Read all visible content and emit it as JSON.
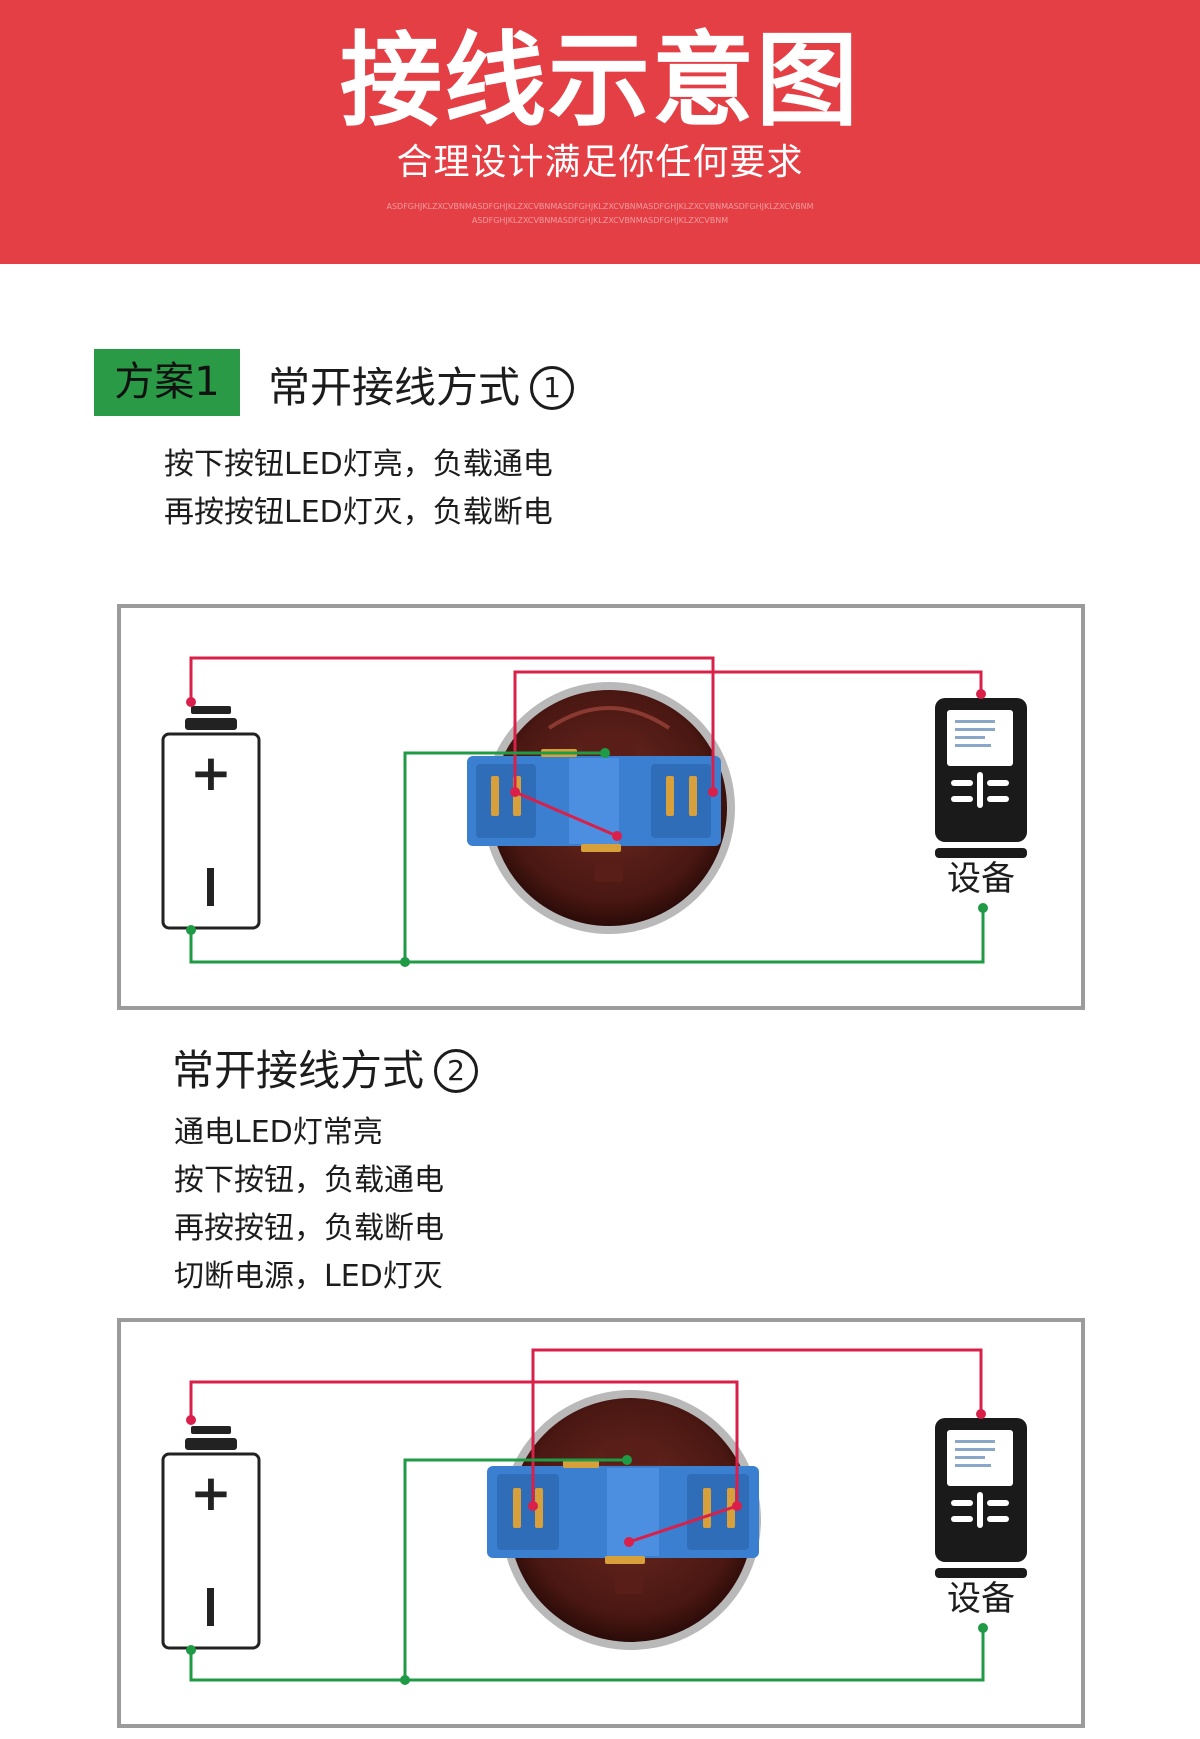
{
  "banner": {
    "title": "接线示意图",
    "subtitle": "合理设计满足你任何要求",
    "fine_print_1": "ASDFGHJKLZXCVBNMASDFGHJKLZXCVBNMASDFGHJKLZXCVBNMASDFGHJKLZXCVBNMASDFGHJKLZXCVBNM",
    "fine_print_2": "ASDFGHJKLZXCVBNMASDFGHJKLZXCVBNMASDFGHJKLZXCVBNM",
    "background_color": "#e53f46"
  },
  "scheme1": {
    "badge": "方案1",
    "title": "常开接线方式",
    "number": "1",
    "lines": [
      "按下按钮LED灯亮，负载通电",
      "再按按钮LED灯灭，负载断电"
    ],
    "device_label": "设备"
  },
  "scheme2": {
    "title": "常开接线方式",
    "number": "2",
    "lines": [
      "通电LED灯常亮",
      "按下按钮，负载通电",
      "再按按钮，负载断电",
      "切断电源，LED灯灭"
    ],
    "device_label": "设备"
  },
  "colors": {
    "badge": "#2b9a47",
    "wire_red": "#d8204a",
    "wire_green": "#1f9a45",
    "panel_border": "#9b9b9b"
  }
}
